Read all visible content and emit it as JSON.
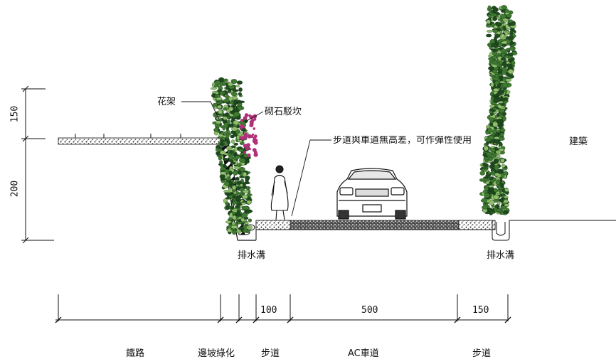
{
  "labels": {
    "trellis": "花架",
    "masonry_slope": "砌石駁坎",
    "note": "步道與車道無高差，可作彈性使用",
    "building": "建築",
    "drain_left": "排水溝",
    "drain_right": "排水溝"
  },
  "dimensions": {
    "vertical_upper": "150",
    "vertical_lower": "200",
    "walkway_left": "100",
    "ac_road": "500",
    "walkway_right": "150"
  },
  "zones": {
    "railway": "鐵路",
    "slope_greening": "邊坡綠化",
    "walkway_left": "步道",
    "ac_road": "AC車道",
    "walkway_right": "步道"
  },
  "colors": {
    "line": "#111111",
    "foliage_dark": "#1f4a1f",
    "foliage_mid": "#3f7a32",
    "foliage_light": "#8fbf6a",
    "flower": "#b0307a"
  }
}
